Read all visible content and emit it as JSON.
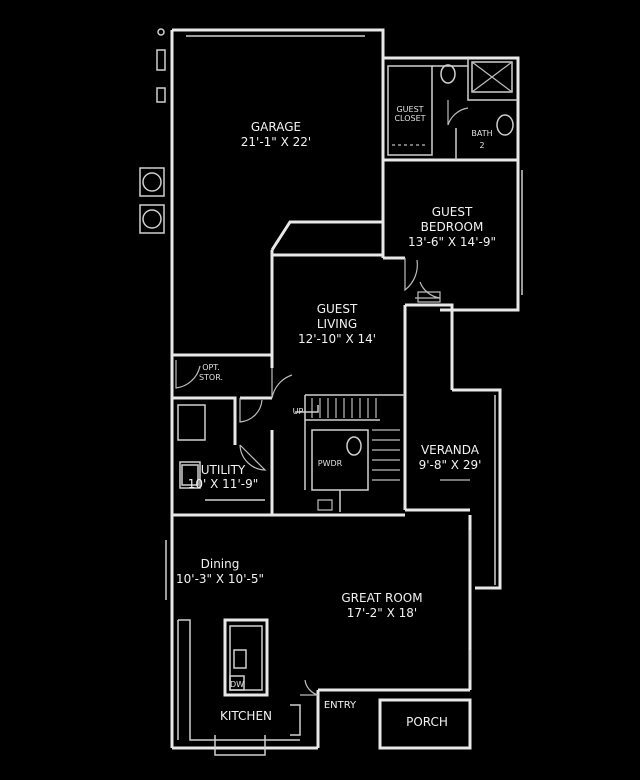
{
  "rooms": {
    "garage": {
      "name": "GARAGE",
      "dims": "21'-1\" X 22'"
    },
    "guest_closet": {
      "line1": "GUEST",
      "line2": "CLOSET"
    },
    "bath": {
      "line1": "BATH",
      "line2": "2"
    },
    "guest_bedroom": {
      "line1": "GUEST",
      "line2": "BEDROOM",
      "dims": "13'-6\" X 14'-9\""
    },
    "guest_living": {
      "line1": "GUEST",
      "line2": "LIVING",
      "dims": "12'-10\" X 14'"
    },
    "up": "UP",
    "storage": {
      "line1": "OPT.",
      "line2": "STOR."
    },
    "powder": "PWDR",
    "veranda": {
      "name": "VERANDA",
      "dims": "9'-8\" X 29'"
    },
    "utility": {
      "name": "UTILITY",
      "dims": "10' X 11'-9\""
    },
    "dining": {
      "name": "Dining",
      "dims": "10'-3\" X 10'-5\""
    },
    "great_room": {
      "name": "GREAT ROOM",
      "dims": "17'-2\" X 18'"
    },
    "kitchen": "KITCHEN",
    "entry": "ENTRY",
    "porch": "PORCH",
    "dw": "DW"
  }
}
